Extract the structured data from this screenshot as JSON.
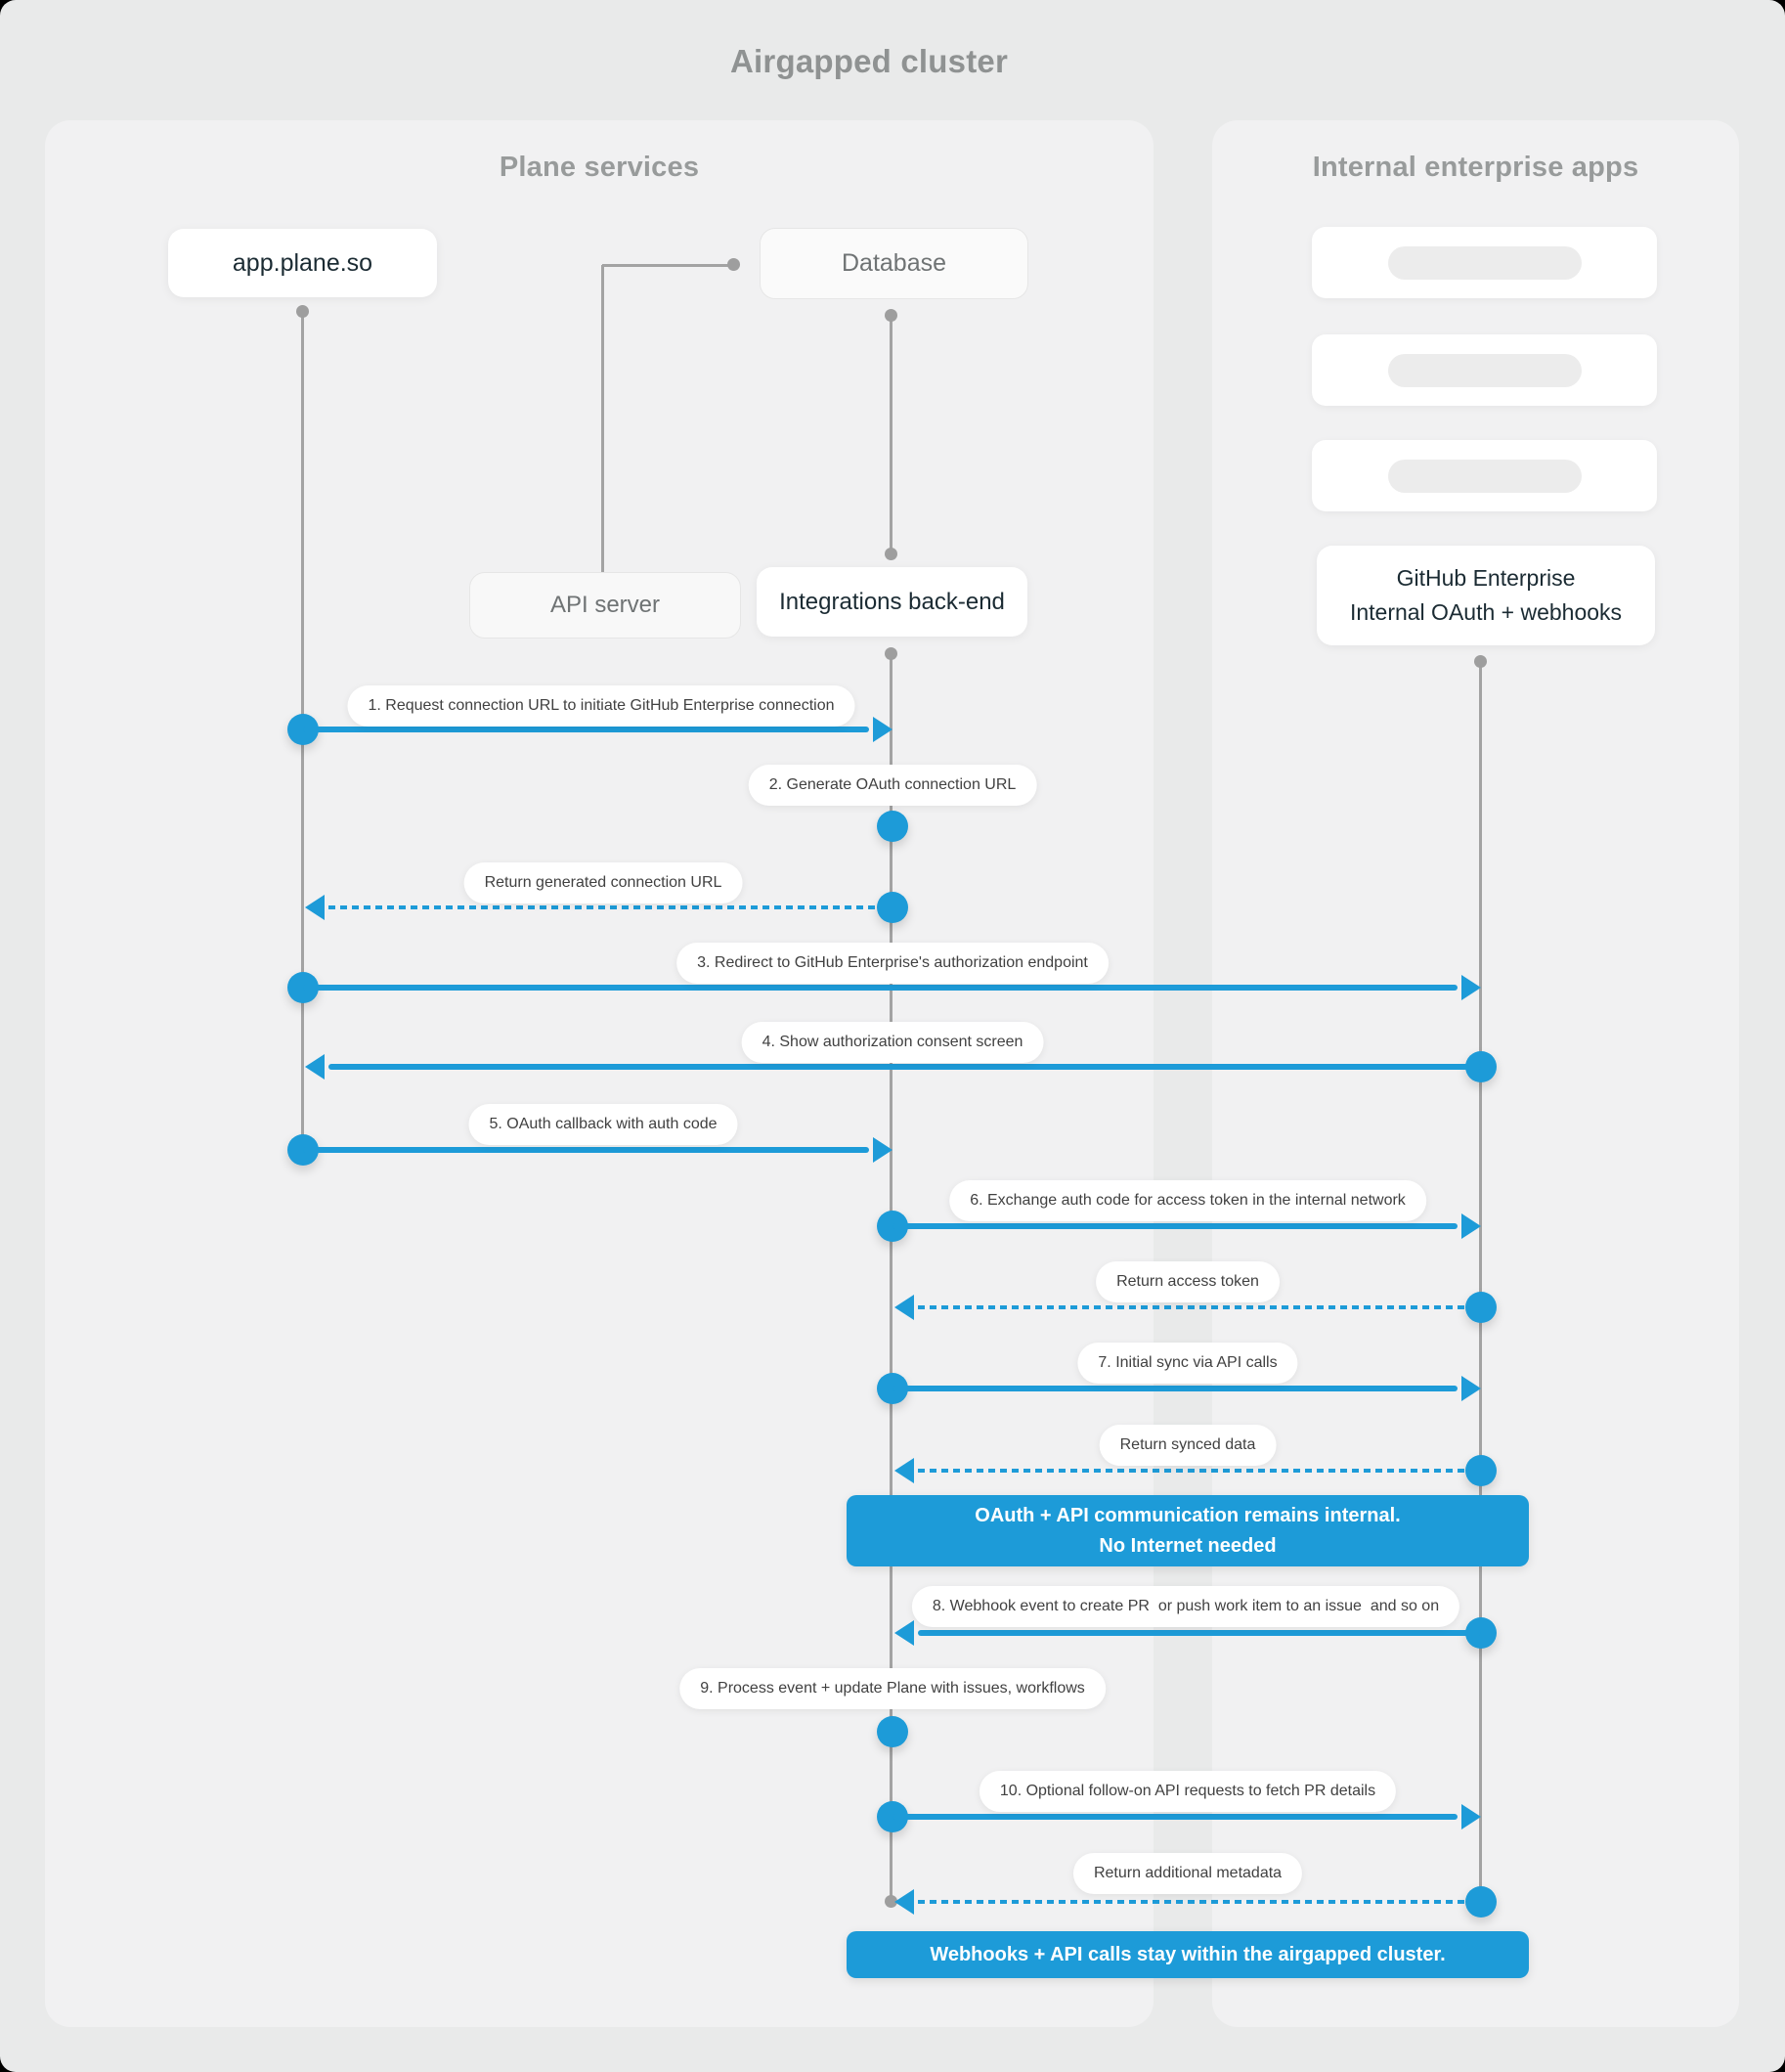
{
  "title": "Airgapped cluster",
  "panels": {
    "left": {
      "header": "Plane services"
    },
    "right": {
      "header": "Internal enterprise apps"
    }
  },
  "nodes": {
    "app": {
      "label": "app.plane.so"
    },
    "database": {
      "label": "Database"
    },
    "api_server": {
      "label": "API server"
    },
    "integrations": {
      "label": "Integrations back-end"
    },
    "github": {
      "label_line1": "GitHub Enterprise",
      "label_line2": "Internal OAuth + webhooks"
    }
  },
  "placeholder_app_cards": 3,
  "messages": [
    {
      "label": "1. Request connection URL to initiate GitHub Enterprise connection",
      "type": "solid-right",
      "from": "app.plane.so",
      "to": "Integrations back-end"
    },
    {
      "label": "2. Generate OAuth connection URL",
      "type": "self",
      "from": "Integrations back-end",
      "to": "Integrations back-end"
    },
    {
      "label": "Return generated connection URL",
      "type": "dashed-left",
      "from": "Integrations back-end",
      "to": "app.plane.so"
    },
    {
      "label": "3. Redirect to GitHub Enterprise's authorization endpoint",
      "type": "solid-right",
      "from": "app.plane.so",
      "to": "GitHub Enterprise"
    },
    {
      "label": "4. Show authorization consent screen",
      "type": "solid-left",
      "from": "GitHub Enterprise",
      "to": "app.plane.so"
    },
    {
      "label": "5. OAuth callback with auth code",
      "type": "solid-right",
      "from": "app.plane.so",
      "to": "Integrations back-end"
    },
    {
      "label": "6. Exchange auth code for access token in the internal network",
      "type": "solid-right",
      "from": "Integrations back-end",
      "to": "GitHub Enterprise"
    },
    {
      "label": "Return access token",
      "type": "dashed-left",
      "from": "GitHub Enterprise",
      "to": "Integrations back-end"
    },
    {
      "label": "7. Initial sync via API calls",
      "type": "solid-right",
      "from": "Integrations back-end",
      "to": "GitHub Enterprise"
    },
    {
      "label": "Return synced data",
      "type": "dashed-left",
      "from": "GitHub Enterprise",
      "to": "Integrations back-end"
    },
    {
      "label": "8. Webhook event to create PR  or push work item to an issue  and so on",
      "type": "solid-left",
      "from": "GitHub Enterprise",
      "to": "Integrations back-end"
    },
    {
      "label": "9. Process event + update Plane with issues, workflows",
      "type": "self",
      "from": "Integrations back-end",
      "to": "Integrations back-end"
    },
    {
      "label": "10. Optional follow-on API requests to fetch PR details",
      "type": "solid-right",
      "from": "Integrations back-end",
      "to": "GitHub Enterprise"
    },
    {
      "label": "Return additional metadata",
      "type": "dashed-left",
      "from": "GitHub Enterprise",
      "to": "Integrations back-end"
    }
  ],
  "banners": [
    {
      "line1": "OAuth + API communication remains internal.",
      "line2": "No Internet needed"
    },
    {
      "line1": "Webhooks + API calls stay within the airgapped cluster."
    }
  ],
  "colors": {
    "accent_blue": "#1d9bd8",
    "page_background": "#e9eaea",
    "panel_background": "#f1f1f2",
    "lifeline_gray": "#a3a3a3"
  }
}
